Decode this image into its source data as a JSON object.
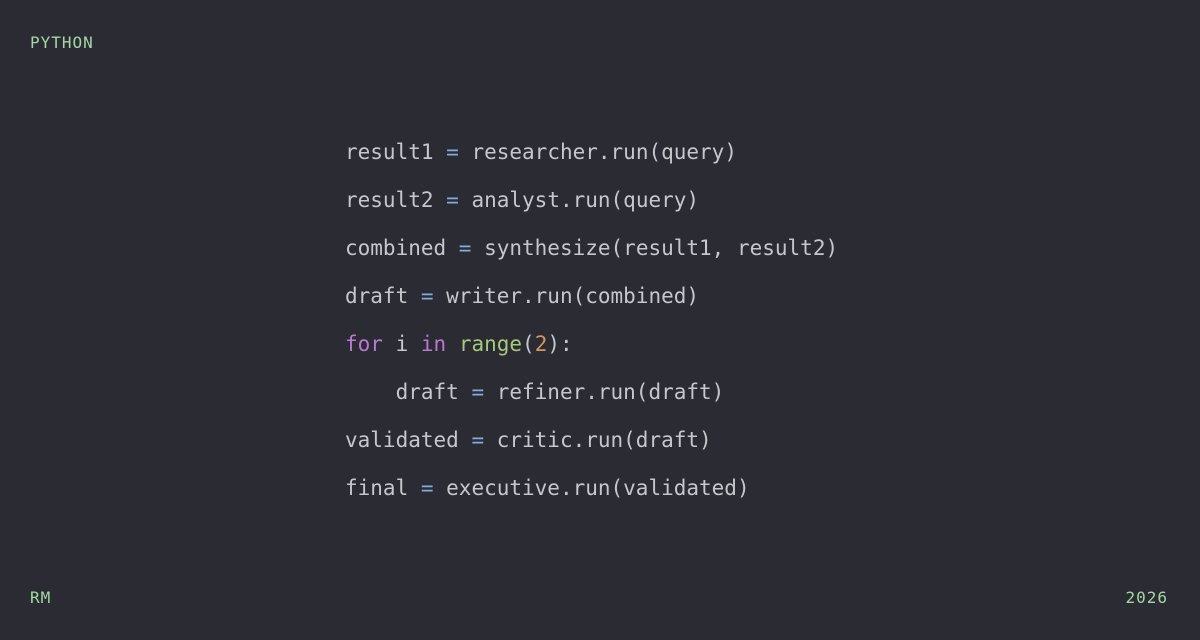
{
  "meta": {
    "language_label": "PYTHON"
  },
  "footer": {
    "left_label": "RM",
    "right_label": "2026"
  },
  "colors": {
    "background": "#2a2b33",
    "accent_green": "#a3d7a3",
    "code_plain": "#c5c7cb",
    "code_operator": "#85abdb",
    "code_keyword": "#bb78d2",
    "code_function": "#a8c87e",
    "code_number": "#d0995f"
  },
  "code": {
    "lines": [
      {
        "tokens": [
          {
            "text": "result1 ",
            "type": "plain"
          },
          {
            "text": "=",
            "type": "operator"
          },
          {
            "text": " researcher.run(query)",
            "type": "plain"
          }
        ]
      },
      {
        "tokens": [
          {
            "text": "result2 ",
            "type": "plain"
          },
          {
            "text": "=",
            "type": "operator"
          },
          {
            "text": " analyst.run(query)",
            "type": "plain"
          }
        ]
      },
      {
        "tokens": [
          {
            "text": "combined ",
            "type": "plain"
          },
          {
            "text": "=",
            "type": "operator"
          },
          {
            "text": " synthesize(result1, result2)",
            "type": "plain"
          }
        ]
      },
      {
        "tokens": [
          {
            "text": "draft ",
            "type": "plain"
          },
          {
            "text": "=",
            "type": "operator"
          },
          {
            "text": " writer.run(combined)",
            "type": "plain"
          }
        ]
      },
      {
        "tokens": [
          {
            "text": "for",
            "type": "keyword"
          },
          {
            "text": " i ",
            "type": "plain"
          },
          {
            "text": "in",
            "type": "keyword"
          },
          {
            "text": " ",
            "type": "plain"
          },
          {
            "text": "range",
            "type": "function"
          },
          {
            "text": "(",
            "type": "plain"
          },
          {
            "text": "2",
            "type": "number"
          },
          {
            "text": "):",
            "type": "plain"
          }
        ]
      },
      {
        "tokens": [
          {
            "text": "    draft ",
            "type": "plain"
          },
          {
            "text": "=",
            "type": "operator"
          },
          {
            "text": " refiner.run(draft)",
            "type": "plain"
          }
        ]
      },
      {
        "tokens": [
          {
            "text": "validated ",
            "type": "plain"
          },
          {
            "text": "=",
            "type": "operator"
          },
          {
            "text": " critic.run(draft)",
            "type": "plain"
          }
        ]
      },
      {
        "tokens": [
          {
            "text": "final ",
            "type": "plain"
          },
          {
            "text": "=",
            "type": "operator"
          },
          {
            "text": " executive.run(validated)",
            "type": "plain"
          }
        ]
      }
    ]
  }
}
